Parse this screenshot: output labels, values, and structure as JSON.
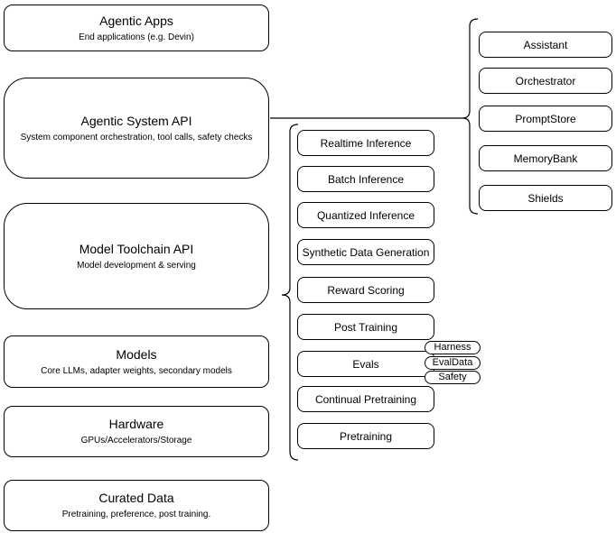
{
  "diagram": {
    "stack": [
      {
        "title": "Agentic Apps",
        "subtitle": "End applications (e.g. Devin)"
      },
      {
        "title": "Agentic System API",
        "subtitle": "System component orchestration, tool calls, safety checks"
      },
      {
        "title": "Model Toolchain API",
        "subtitle": "Model development & serving"
      },
      {
        "title": "Models",
        "subtitle": "Core LLMs, adapter weights, secondary models"
      },
      {
        "title": "Hardware",
        "subtitle": "GPUs/Accelerators/Storage"
      },
      {
        "title": "Curated Data",
        "subtitle": "Pretraining, preference, post training."
      }
    ],
    "toolchain_services": [
      "Realtime Inference",
      "Batch Inference",
      "Quantized Inference",
      "Synthetic Data Generation",
      "Reward Scoring",
      "Post Training",
      "Evals",
      "Continual Pretraining",
      "Pretraining"
    ],
    "eval_tags": [
      "Harness",
      "EvalData",
      "Safety"
    ],
    "system_components": [
      "Assistant",
      "Orchestrator",
      "PromptStore",
      "MemoryBank",
      "Shields"
    ],
    "colors": {
      "stroke": "#000000",
      "fill": "#ffffff",
      "text": "#000000"
    }
  }
}
